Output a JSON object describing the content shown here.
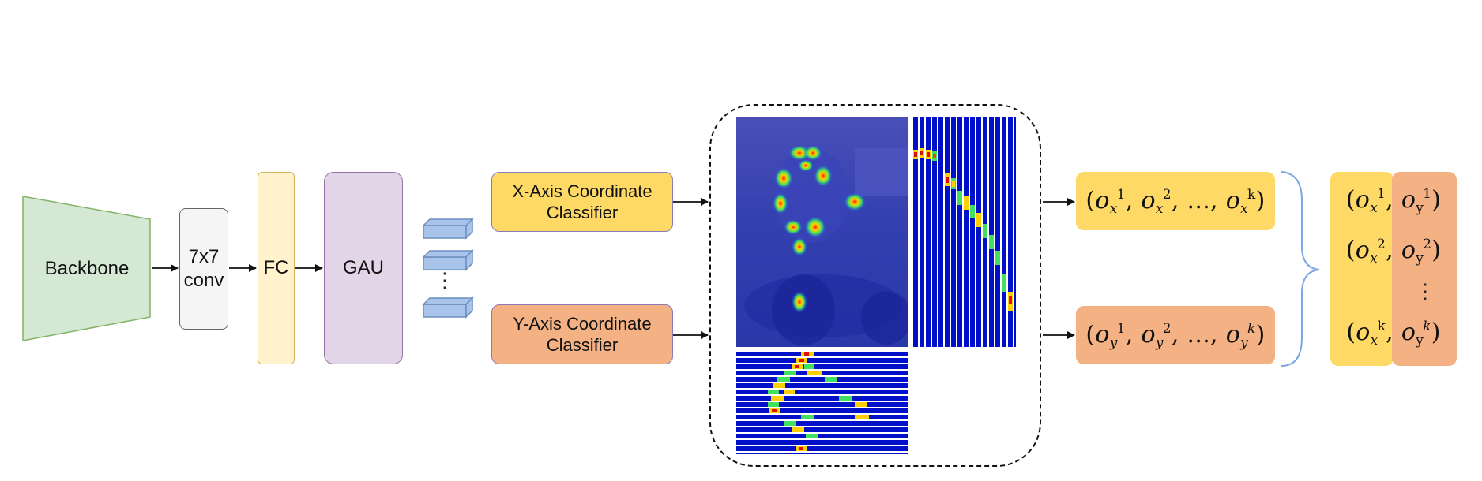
{
  "blocks": {
    "backbone": "Backbone",
    "conv_line1": "7x7",
    "conv_line2": "conv",
    "fc": "FC",
    "gau": "GAU",
    "vertical_dots": "⋮"
  },
  "classifiers": {
    "x_line1": "X-Axis Coordinate",
    "x_line2": "Classifier",
    "y_line1": "Y-Axis Coordinate",
    "y_line2": "Classifier"
  },
  "outputs": {
    "x_seq": "(o_x^1, o_x^2, ..., o_x^k)",
    "y_seq": "(o_y^1, o_y^2, ..., o_y^k)",
    "pair_1": "(o_x^1, o_y^1)",
    "pair_2": "(o_x^2, o_y^2)",
    "pair_k": "(o_x^k, o_y^k)",
    "dots": "⋮"
  },
  "colors": {
    "backbone": "#d5e8d4",
    "backbone_border": "#82b366",
    "conv": "#f5f5f5",
    "fc": "#fff2cc",
    "fc_border": "#d6b656",
    "gau": "#e1d5e7",
    "gau_border": "#9673a6",
    "x_classifier": "#ffd966",
    "y_classifier": "#f4b183",
    "token": "#a9c4eb",
    "token_border": "#6c8ebf",
    "brace": "#7ea6e0"
  },
  "icons": {
    "feature_tokens": "stacked-token-icon",
    "heatmap": "pose-heatmap-image",
    "x_distribution": "x-axis-distribution-heatmap",
    "y_distribution": "y-axis-distribution-heatmap"
  }
}
